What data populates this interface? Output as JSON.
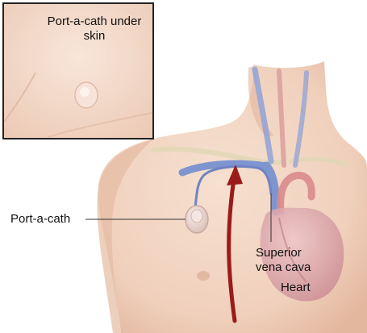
{
  "inset": {
    "label": "Port-a-cath under skin"
  },
  "labels": {
    "port": "Port-a-cath",
    "svc_line1": "Superior",
    "svc_line2": "vena cava",
    "heart": "Heart"
  },
  "colors": {
    "skin": "#f3d7c4",
    "skin_shadow": "#e2b89e",
    "vein": "#7f95cf",
    "artery": "#d98b8b",
    "arrow": "#9b1b1b",
    "heart": "#d7a0a8",
    "port": "#e8d6d2"
  }
}
